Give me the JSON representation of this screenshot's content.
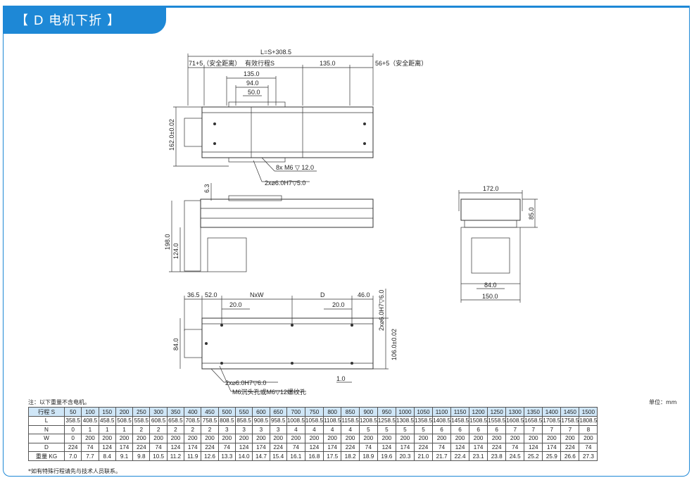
{
  "header": {
    "title": "【 D 电机下折 】"
  },
  "drawing": {
    "top_view": {
      "total_length": "L=S+308.5",
      "left_safety": "71+5（安全距离）",
      "stroke": "有效行程S",
      "right_dim": "135.0",
      "right_safety": "56+5（安全距离）",
      "dim_135": "135.0",
      "dim_94": "94.0",
      "dim_50": "50.0",
      "height": "162.0±0.02",
      "screw": "8x  M6 ▽ 12.0",
      "pin": "2x⌀6.0H7▽5.0"
    },
    "side_view": {
      "dim_6_3": "6.3",
      "dim_198": "198.0",
      "dim_124": "124.0"
    },
    "end_view": {
      "width": "172.0",
      "height": "85.0",
      "dim_84": "84.0",
      "dim_150": "150.0"
    },
    "bottom_view": {
      "d36_5": "36.5",
      "d52": "52.0",
      "nxw": "NxW",
      "d": "D",
      "d46": "46.0",
      "d20a": "20.0",
      "d20b": "20.0",
      "pin_right": "2x⌀6.0H7▽6.0",
      "height": "106.0±0.02",
      "d84": "84.0",
      "pin_bottom": "2x⌀6.0H7▽6.0",
      "d1": "1.0",
      "tapped": "M6沉头孔或M6▽12螺纹孔"
    }
  },
  "table": {
    "note": "注：以下重量不含电机。",
    "unit": "单位：mm",
    "footnote": "*如有特殊行程请先与技术人员联系。",
    "rows": [
      {
        "label": "行程 S",
        "values": [
          "50",
          "100",
          "150",
          "200",
          "250",
          "300",
          "350",
          "400",
          "450",
          "500",
          "550",
          "600",
          "650",
          "700",
          "750",
          "800",
          "850",
          "900",
          "950",
          "1000",
          "1050",
          "1100",
          "1150",
          "1200",
          "1250",
          "1300",
          "1350",
          "1400",
          "1450",
          "1500"
        ]
      },
      {
        "label": "L",
        "values": [
          "358.5",
          "408.5",
          "458.5",
          "508.5",
          "558.5",
          "608.5",
          "658.5",
          "708.5",
          "758.5",
          "808.5",
          "858.5",
          "908.5",
          "958.5",
          "1008.5",
          "1058.5",
          "1108.5",
          "1158.5",
          "1208.5",
          "1258.5",
          "1308.5",
          "1358.5",
          "1408.5",
          "1458.5",
          "1508.5",
          "1558.5",
          "1608.5",
          "1658.5",
          "1708.5",
          "1758.5",
          "1808.5"
        ]
      },
      {
        "label": "N",
        "values": [
          "0",
          "1",
          "1",
          "1",
          "2",
          "2",
          "2",
          "2",
          "2",
          "3",
          "3",
          "3",
          "3",
          "4",
          "4",
          "4",
          "4",
          "5",
          "5",
          "5",
          "5",
          "6",
          "6",
          "6",
          "6",
          "7",
          "7",
          "7",
          "7",
          "8"
        ]
      },
      {
        "label": "W",
        "values": [
          "0",
          "200",
          "200",
          "200",
          "200",
          "200",
          "200",
          "200",
          "200",
          "200",
          "200",
          "200",
          "200",
          "200",
          "200",
          "200",
          "200",
          "200",
          "200",
          "200",
          "200",
          "200",
          "200",
          "200",
          "200",
          "200",
          "200",
          "200",
          "200",
          "200"
        ]
      },
      {
        "label": "D",
        "values": [
          "224",
          "74",
          "124",
          "174",
          "224",
          "74",
          "124",
          "174",
          "224",
          "74",
          "124",
          "174",
          "224",
          "74",
          "124",
          "174",
          "224",
          "74",
          "124",
          "174",
          "224",
          "74",
          "124",
          "174",
          "224",
          "74",
          "124",
          "174",
          "224",
          "74"
        ]
      },
      {
        "label": "重量 KG",
        "values": [
          "7.0",
          "7.7",
          "8.4",
          "9.1",
          "9.8",
          "10.5",
          "11.2",
          "11.9",
          "12.6",
          "13.3",
          "14.0",
          "14.7",
          "15.4",
          "16.1",
          "16.8",
          "17.5",
          "18.2",
          "18.9",
          "19.6",
          "20.3",
          "21.0",
          "21.7",
          "22.4",
          "23.1",
          "23.8",
          "24.5",
          "25.2",
          "25.9",
          "26.6",
          "27.3"
        ]
      }
    ]
  }
}
